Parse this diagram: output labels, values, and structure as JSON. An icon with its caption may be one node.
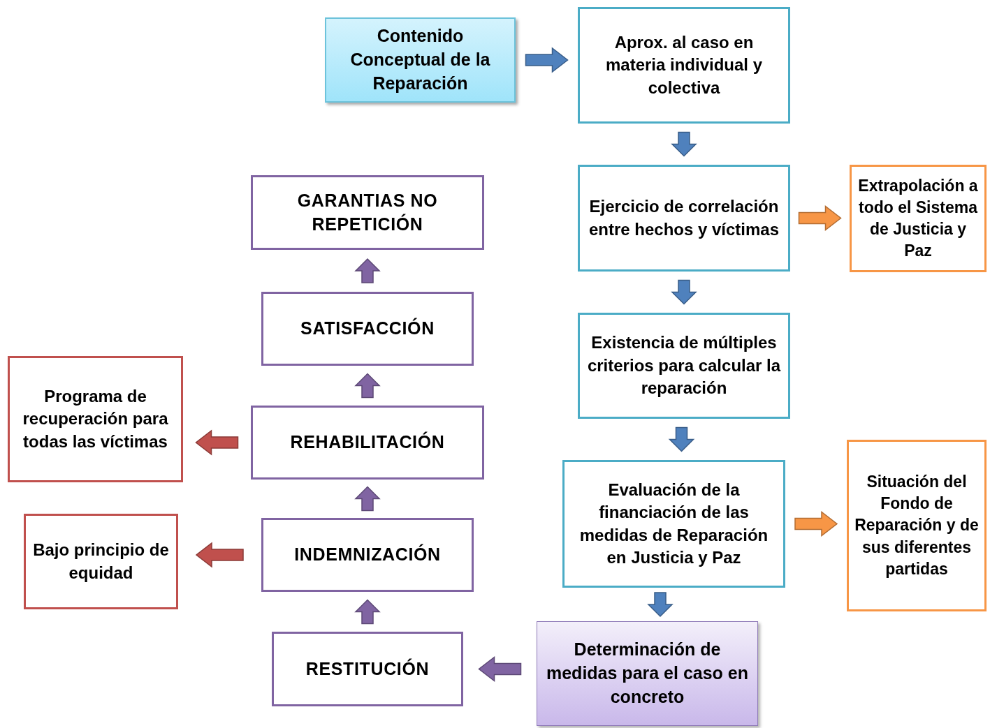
{
  "diagram": {
    "nodes": [
      {
        "text": [
          "Contenido Conceptual de la Reparación"
        ]
      },
      {
        "text": [
          "Aprox. al caso en materia individual y colectiva"
        ]
      },
      {
        "text": [
          "Ejercicio de correlación entre hechos y víctimas"
        ]
      },
      {
        "text": [
          "Extrapolación a todo el Sistema de Justicia y Paz"
        ]
      },
      {
        "text": [
          "Existencia de múltiples criterios para calcular la reparación"
        ]
      },
      {
        "text": [
          "Evaluación de la financiación de las medidas de Reparación en Justicia y Paz"
        ]
      },
      {
        "text": [
          "Situación del Fondo de Reparación y de sus diferentes partidas"
        ]
      },
      {
        "text": [
          "Determinación de medidas para el caso en concreto"
        ]
      },
      {
        "text": [
          "RESTITUCIÓN"
        ]
      },
      {
        "text": [
          "INDEMNIZACIÓN"
        ]
      },
      {
        "text": [
          "Bajo principio de equidad"
        ]
      },
      {
        "text": [
          "REHABILITACIÓN"
        ]
      },
      {
        "text": [
          "Programa de recuperación para todas las víctimas"
        ]
      },
      {
        "text": [
          "SATISFACCIÓN"
        ]
      },
      {
        "text": [
          "GARANTIAS NO REPETICIÓN"
        ]
      }
    ],
    "edges": [
      {
        "from": 0,
        "to": 1,
        "arrow": "to",
        "style": "thick",
        "color": "#4f81bd"
      },
      {
        "from": 1,
        "to": 2,
        "arrow": "to",
        "style": "thick",
        "color": "#4f81bd"
      },
      {
        "from": 2,
        "to": 3,
        "arrow": "to",
        "style": "thick",
        "color": "#f79646"
      },
      {
        "from": 2,
        "to": 4,
        "arrow": "to",
        "style": "thick",
        "color": "#4f81bd"
      },
      {
        "from": 4,
        "to": 5,
        "arrow": "to",
        "style": "thick",
        "color": "#4f81bd"
      },
      {
        "from": 5,
        "to": 6,
        "arrow": "to",
        "style": "thick",
        "color": "#f79646"
      },
      {
        "from": 5,
        "to": 7,
        "arrow": "to",
        "style": "thick",
        "color": "#4f81bd"
      },
      {
        "from": 7,
        "to": 8,
        "arrow": "to",
        "style": "thick",
        "color": "#8064a2"
      },
      {
        "from": 8,
        "to": 9,
        "arrow": "to",
        "style": "thick",
        "color": "#8064a2"
      },
      {
        "from": 9,
        "to": 10,
        "arrow": "to",
        "style": "thick",
        "color": "#c0504d"
      },
      {
        "from": 9,
        "to": 11,
        "arrow": "to",
        "style": "thick",
        "color": "#8064a2"
      },
      {
        "from": 11,
        "to": 12,
        "arrow": "to",
        "style": "thick",
        "color": "#c0504d"
      },
      {
        "from": 11,
        "to": 13,
        "arrow": "to",
        "style": "thick",
        "color": "#8064a2"
      },
      {
        "from": 13,
        "to": 14,
        "arrow": "to",
        "style": "thick",
        "color": "#8064a2"
      }
    ]
  }
}
